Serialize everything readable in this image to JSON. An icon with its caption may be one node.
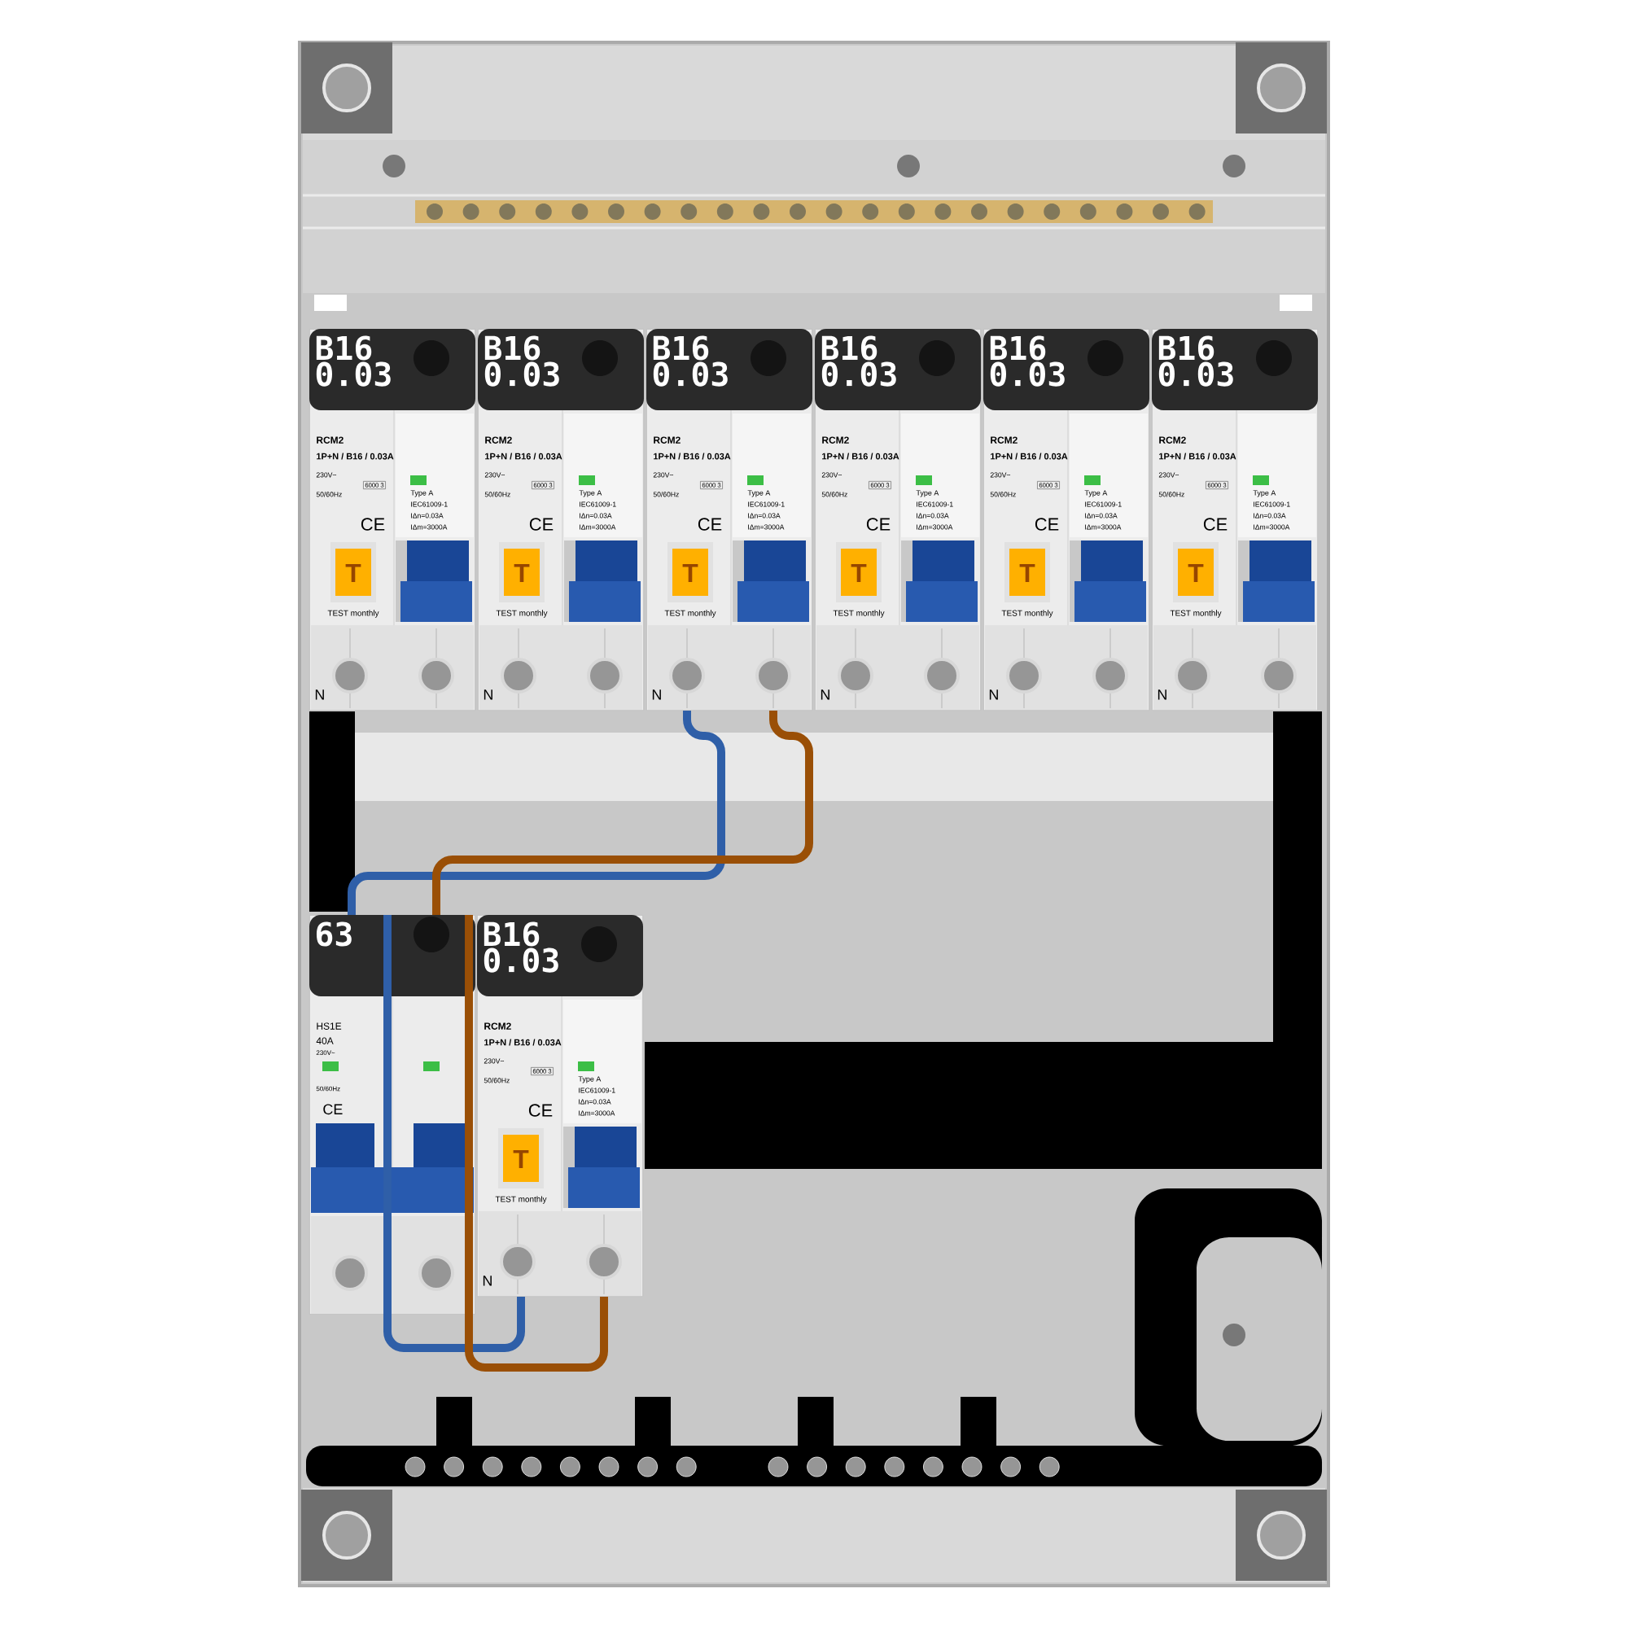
{
  "diagram": {
    "nodes": [
      {
        "text": [
          "B16 0.03",
          "RCM2",
          "1P+N / B16 / 0.03A",
          "230V~ 50/60Hz",
          "6000 3",
          "CE",
          "T",
          "TEST monthly",
          "Type A",
          "IEC61009-1",
          "IΔn=0.03A",
          "IΔm=3000A",
          "N"
        ]
      },
      {
        "text": [
          "B16 0.03",
          "RCM2",
          "1P+N / B16 / 0.03A",
          "230V~ 50/60Hz",
          "6000 3",
          "CE",
          "T",
          "TEST monthly",
          "Type A",
          "IEC61009-1",
          "IΔn=0.03A",
          "IΔm=3000A",
          "N"
        ]
      },
      {
        "text": [
          "B16 0.03",
          "RCM2",
          "1P+N / B16 / 0.03A",
          "230V~ 50/60Hz",
          "6000 3",
          "CE",
          "T",
          "TEST monthly",
          "Type A",
          "IEC61009-1",
          "IΔn=0.03A",
          "IΔm=3000A",
          "N"
        ]
      },
      {
        "text": [
          "B16 0.03",
          "RCM2",
          "1P+N / B16 / 0.03A",
          "230V~ 50/60Hz",
          "6000 3",
          "CE",
          "T",
          "TEST monthly",
          "Type A",
          "IEC61009-1",
          "IΔn=0.03A",
          "IΔm=3000A",
          "N"
        ]
      },
      {
        "text": [
          "B16 0.03",
          "RCM2",
          "1P+N / B16 / 0.03A",
          "230V~ 50/60Hz",
          "6000 3",
          "CE",
          "T",
          "TEST monthly",
          "Type A",
          "IEC61009-1",
          "IΔn=0.03A",
          "IΔm=3000A",
          "N"
        ]
      },
      {
        "text": [
          "B16 0.03",
          "RCM2",
          "1P+N / B16 / 0.03A",
          "230V~ 50/60Hz",
          "6000 3",
          "CE",
          "T",
          "TEST monthly",
          "Type A",
          "IEC61009-1",
          "IΔn=0.03A",
          "IΔm=3000A",
          "N"
        ]
      },
      {
        "text": [
          "63",
          "HS1E",
          "40A",
          "230V~",
          "50/60Hz",
          "CE"
        ]
      },
      {
        "text": [
          "B16 0.03",
          "RCM2",
          "1P+N / B16 / 0.03A",
          "230V~ 50/60Hz",
          "6000 3",
          "CE",
          "T",
          "TEST monthly",
          "Type A",
          "IEC61009-1",
          "IΔn=0.03A",
          "IΔm=3000A",
          "N"
        ]
      }
    ],
    "edges": [
      {
        "from": 6,
        "to": 2,
        "arrow": "none",
        "color": "#2f5fa8"
      },
      {
        "from": 6,
        "to": 2,
        "arrow": "none",
        "color": "#9a4f06"
      },
      {
        "from": 6,
        "to": 7,
        "arrow": "none",
        "color": "#2f5fa8"
      },
      {
        "from": 6,
        "to": 7,
        "arrow": "none",
        "color": "#9a4f06"
      }
    ]
  }
}
